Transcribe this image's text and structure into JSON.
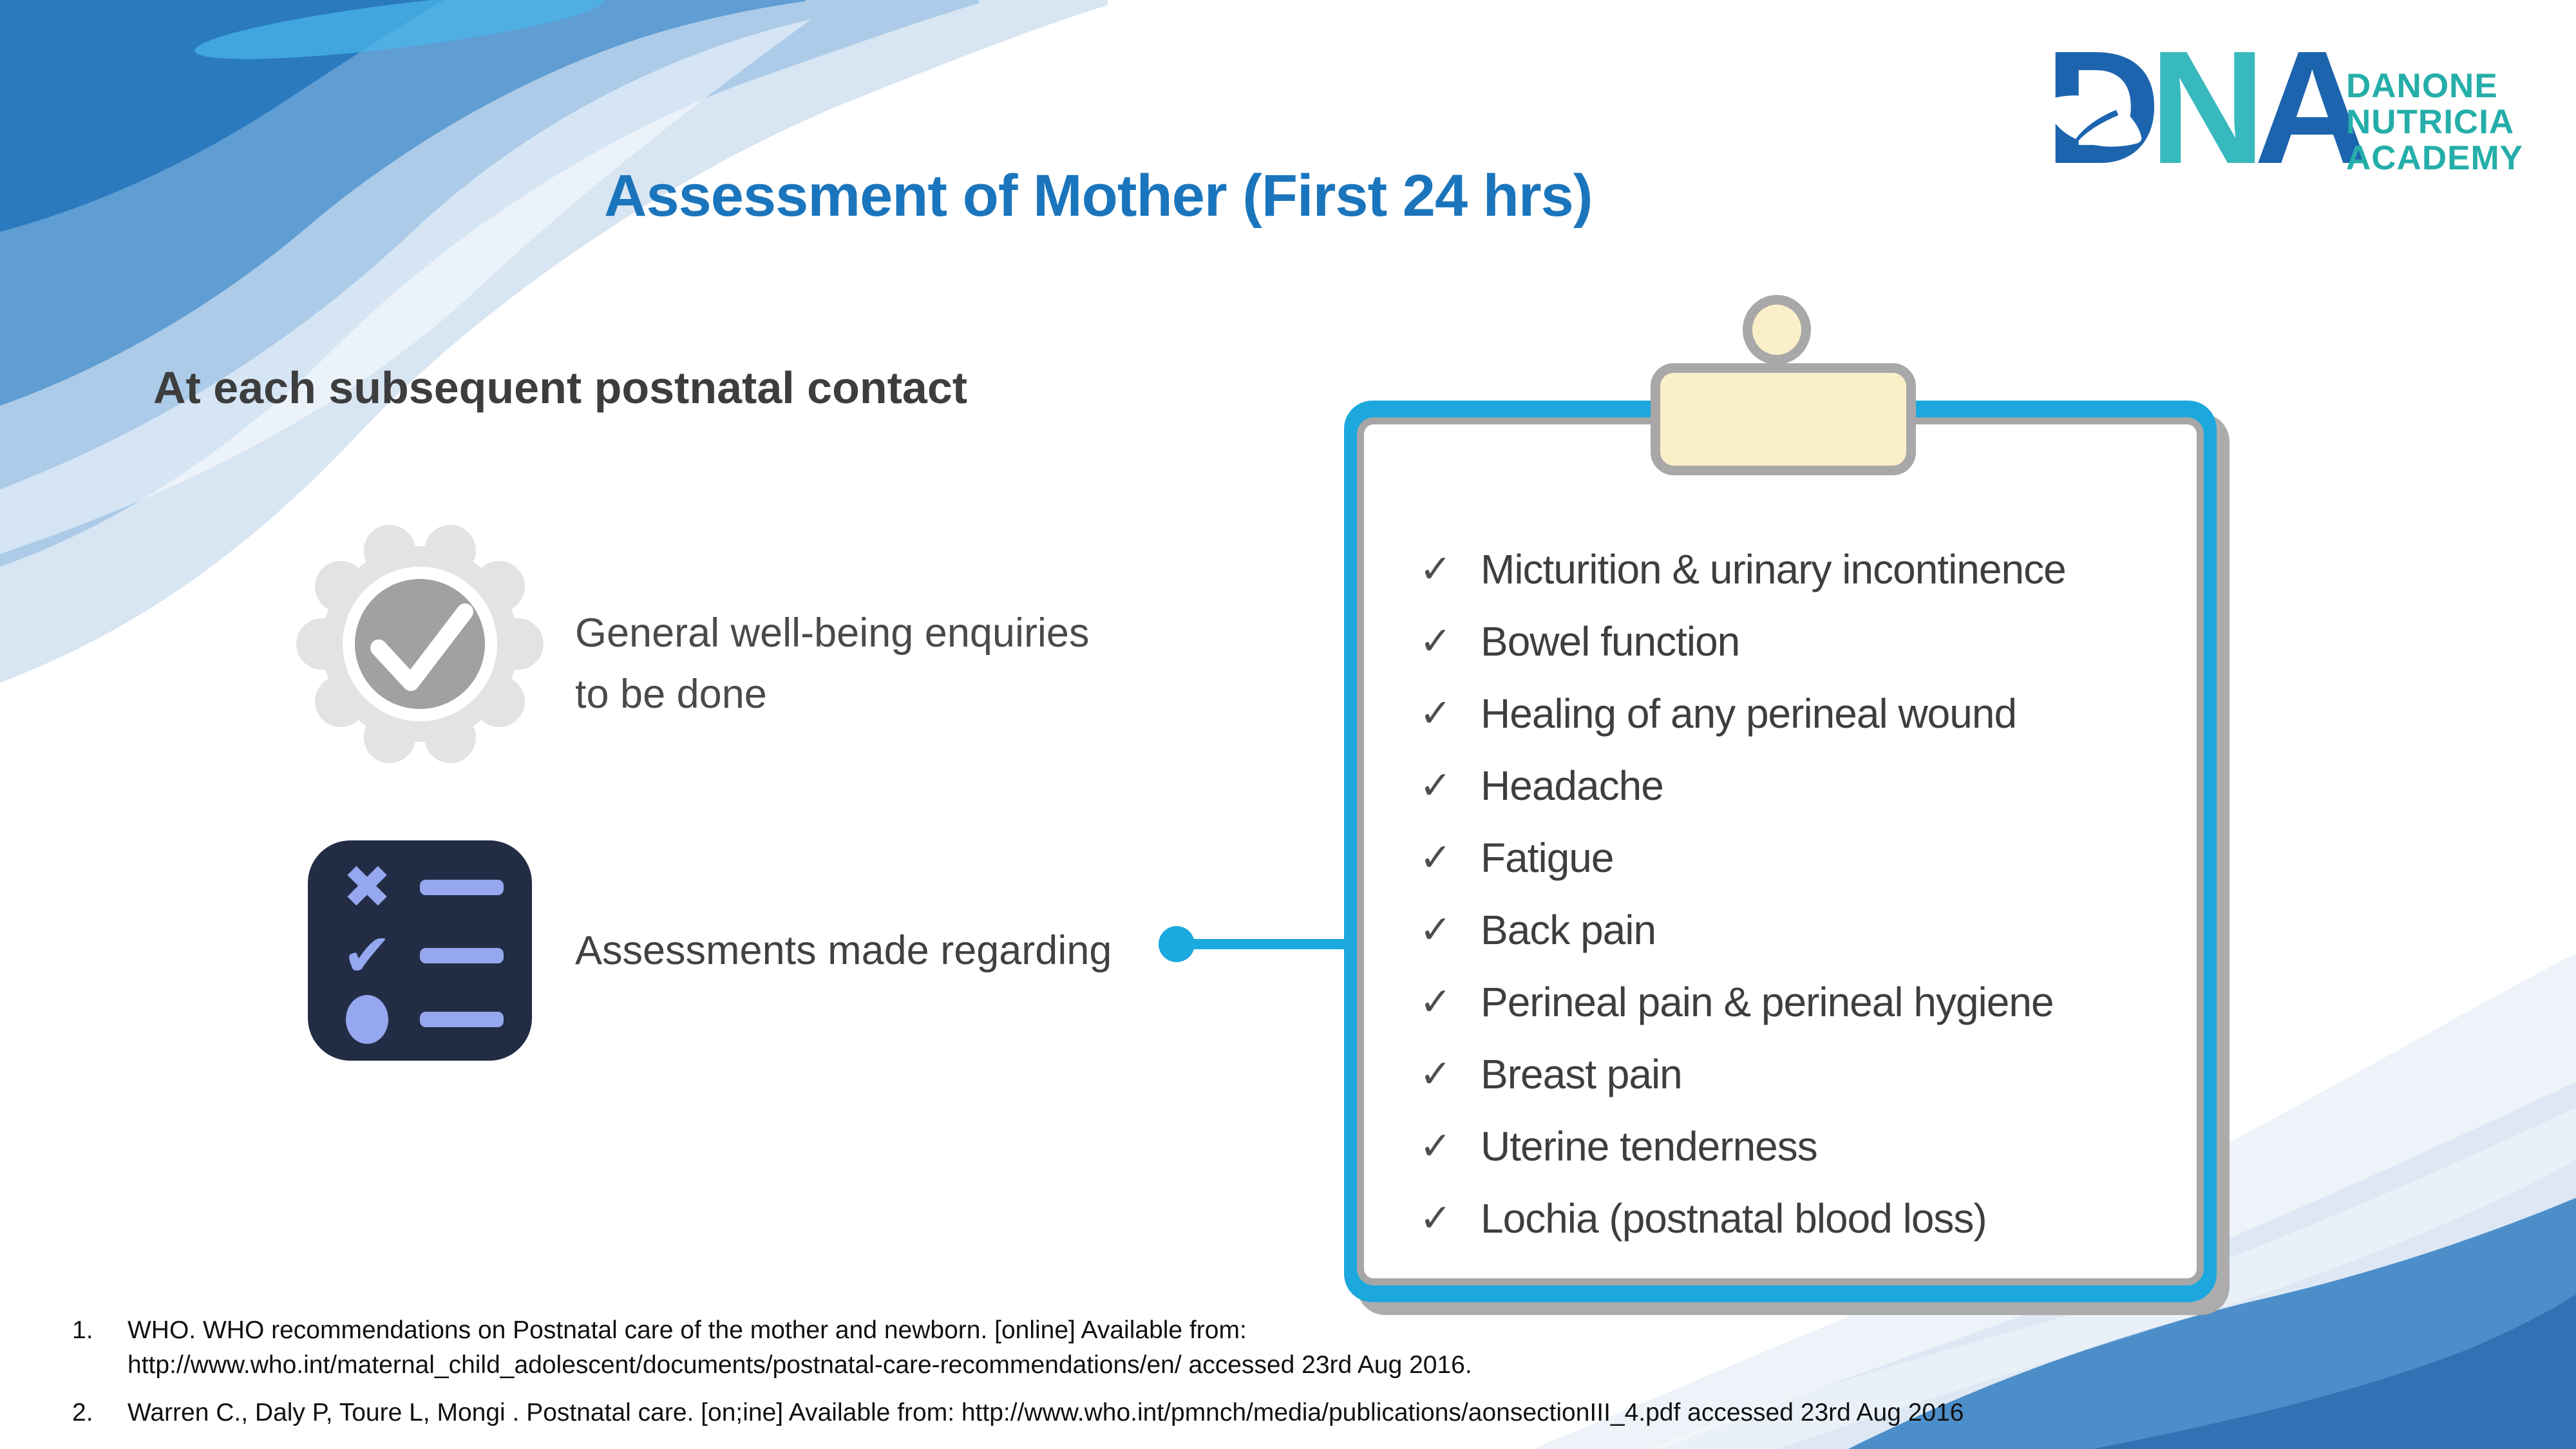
{
  "title": "Assessment of Mother (First 24 hrs)",
  "logo": {
    "letter_d": "D",
    "letter_n": "N",
    "letter_a": "A",
    "brand_line1": "DANONE",
    "brand_line2": "NUTRICIA",
    "brand_line3": "ACADEMY"
  },
  "heading": "At each subsequent postnatal contact",
  "wellbeing": {
    "line1": "General well-being enquiries",
    "line2": "to be done"
  },
  "assessments": {
    "label": "Assessments made regarding"
  },
  "task_icon": {
    "x_glyph": "✖",
    "check_glyph": "✔"
  },
  "clipboard": {
    "check_glyph": "✓",
    "items": [
      "Micturition & urinary incontinence",
      "Bowel function",
      "Healing of any perineal wound",
      "Headache",
      "Fatigue",
      "Back pain",
      "Perineal pain & perineal hygiene",
      "Breast pain",
      "Uterine tenderness",
      "Lochia (postnatal blood loss)"
    ]
  },
  "references": {
    "r1_num": "1.",
    "r1_line1": "WHO. WHO recommendations on Postnatal care of the mother and newborn. [online] Available from:",
    "r1_line2": "http://www.who.int/maternal_child_adolescent/documents/postnatal-care-recommendations/en/ accessed 23rd  Aug 2016.",
    "r2_num": "2.",
    "r2_line1": "Warren C., Daly P, Toure L, Mongi . Postnatal care. [on;ine] Available from: http://www.who.int/pmnch/media/publications/aonsectionIII_4.pdf accessed 23rd Aug 2016"
  },
  "colors": {
    "title_blue": "#1B75BC",
    "logo_blue": "#1D64AE",
    "logo_teal": "#38B9BE",
    "brand_teal": "#25AEA9",
    "clipboard_cyan": "#1CA8DD",
    "connector_cyan": "#1BA9DE",
    "border_gray": "#A6A6A6",
    "clip_cream": "#FBEFC9",
    "task_icon_navy": "#232C45",
    "task_icon_periwinkle": "#94A7EF",
    "text_dark_gray": "#3E3E3E",
    "badge_gray_light": "#E3E3E3",
    "badge_gray_mid": "#A1A1A1"
  }
}
